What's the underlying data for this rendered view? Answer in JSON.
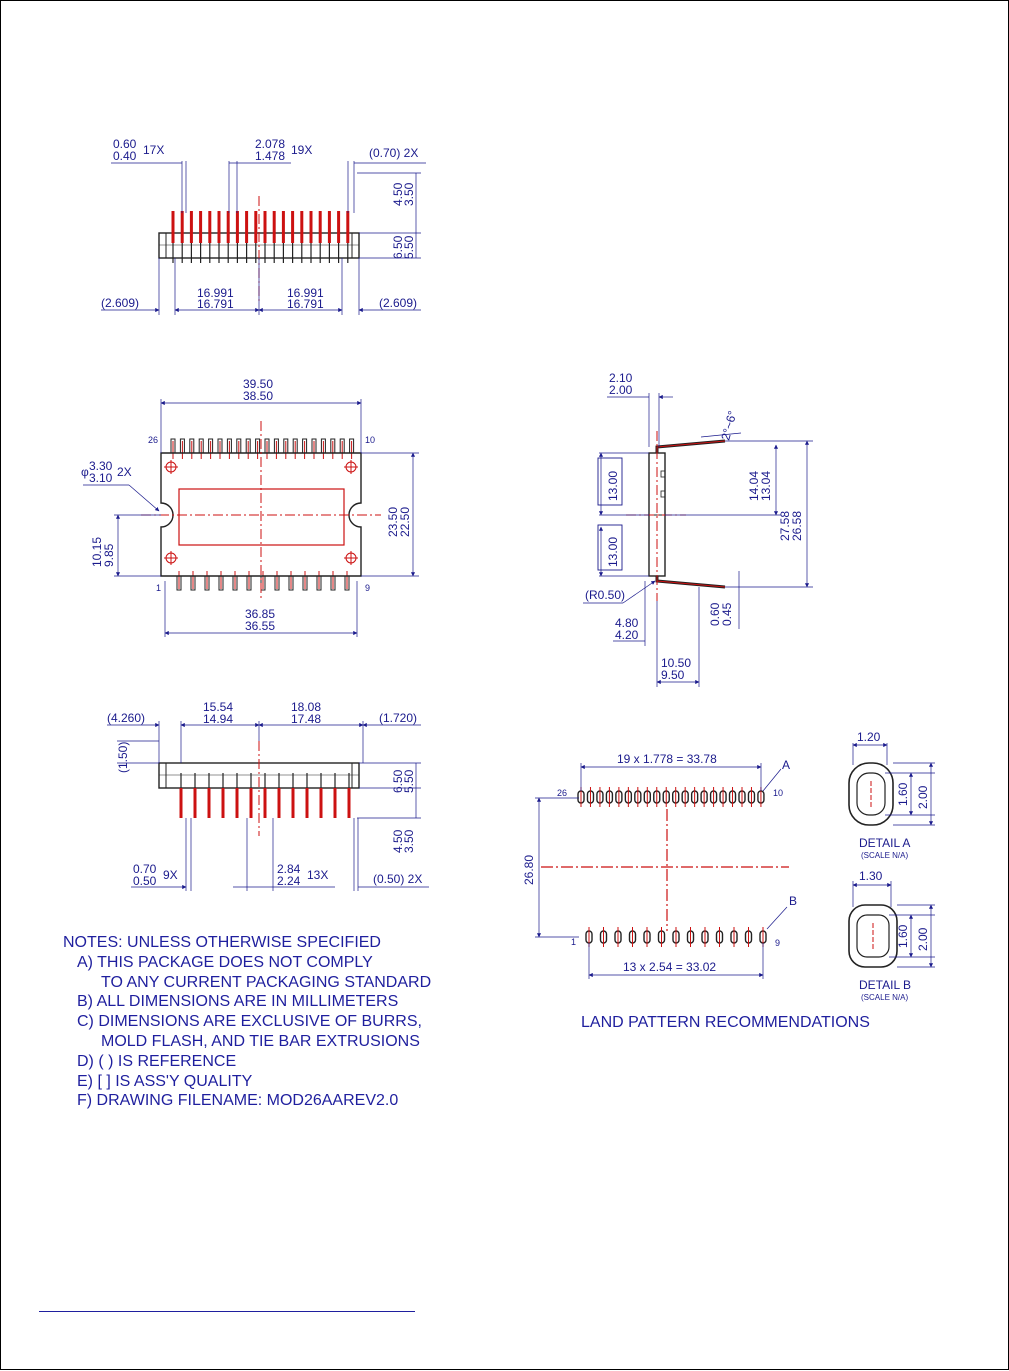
{
  "colors": {
    "dimension": "#1a1a8c",
    "outline": "#222222",
    "lead": "#cc1111",
    "centerline": "#cc1111"
  },
  "side_top": {
    "lead_w": [
      "0.60",
      "0.40",
      "17X"
    ],
    "pitch": [
      "2.078",
      "1.478",
      "19X"
    ],
    "lead_t": "(0.70) 2X",
    "lead_len": [
      "4.50",
      "3.50"
    ],
    "body_h": [
      "6.50",
      "5.50"
    ],
    "ref_left": "(2.609)",
    "half_left": [
      "16.991",
      "16.791"
    ],
    "half_right": [
      "16.991",
      "16.791"
    ],
    "ref_right": "(2.609)"
  },
  "top_view": {
    "overall": [
      "39.50",
      "38.50"
    ],
    "pin_tl": "26",
    "pin_tr": "10",
    "pin_bl": "1",
    "pin_br": "9",
    "hole": [
      "3.30",
      "3.10",
      "2X"
    ],
    "hole_sym": "φ",
    "body_h": [
      "23.50",
      "22.50"
    ],
    "notch": [
      "10.15",
      "9.85"
    ],
    "body_w": [
      "36.85",
      "36.55"
    ]
  },
  "profile": {
    "lead_t": [
      "2.10",
      "2.00"
    ],
    "angle": "2°~6°",
    "upper": "13.00",
    "lower": "13.00",
    "span_inner": [
      "14.04",
      "13.04"
    ],
    "span_outer": [
      "27.58",
      "26.58"
    ],
    "radius": "(R0.50)",
    "foot": [
      "4.80",
      "4.20"
    ],
    "thick": [
      "0.60",
      "0.45"
    ],
    "width": [
      "10.50",
      "9.50"
    ]
  },
  "side_bottom": {
    "ref_left": "(4.260)",
    "span_a": [
      "15.54",
      "14.94"
    ],
    "span_b": [
      "18.08",
      "17.48"
    ],
    "ref_right": "(1.720)",
    "standoff": "(1.50)",
    "body_h": [
      "6.50",
      "5.50"
    ],
    "lead_len": [
      "4.50",
      "3.50"
    ],
    "lead_w": [
      "0.70",
      "0.50",
      "9X"
    ],
    "pitch": [
      "2.84",
      "2.24",
      "13X"
    ],
    "lead_t": "(0.50) 2X"
  },
  "land": {
    "top_row": "19 x 1.778 = 33.78",
    "bottom_row": "13 x 2.54 = 33.02",
    "row_gap": "26.80",
    "pin_tl": "26",
    "pin_tr": "10",
    "pin_bl": "1",
    "pin_br": "9",
    "tag_a": "A",
    "tag_b": "B"
  },
  "detail_a": {
    "width": "1.20",
    "inner": "1.60",
    "outer": "2.00",
    "label": "DETAIL A",
    "scale": "(SCALE N/A)"
  },
  "detail_b": {
    "width": "1.30",
    "inner": "1.60",
    "outer": "2.00",
    "label": "DETAIL B",
    "scale": "(SCALE N/A)"
  },
  "notes": [
    "NOTES: UNLESS OTHERWISE SPECIFIED",
    "A) THIS PACKAGE DOES NOT COMPLY",
    "TO ANY CURRENT PACKAGING STANDARD",
    "B) ALL DIMENSIONS ARE IN MILLIMETERS",
    "C) DIMENSIONS ARE EXCLUSIVE OF BURRS,",
    "MOLD FLASH, AND TIE BAR EXTRUSIONS",
    "D) ( ) IS REFERENCE",
    "E) [ ] IS ASS'Y QUALITY",
    "F) DRAWING FILENAME: MOD26AAREV2.0"
  ],
  "land_title": "LAND PATTERN RECOMMENDATIONS"
}
